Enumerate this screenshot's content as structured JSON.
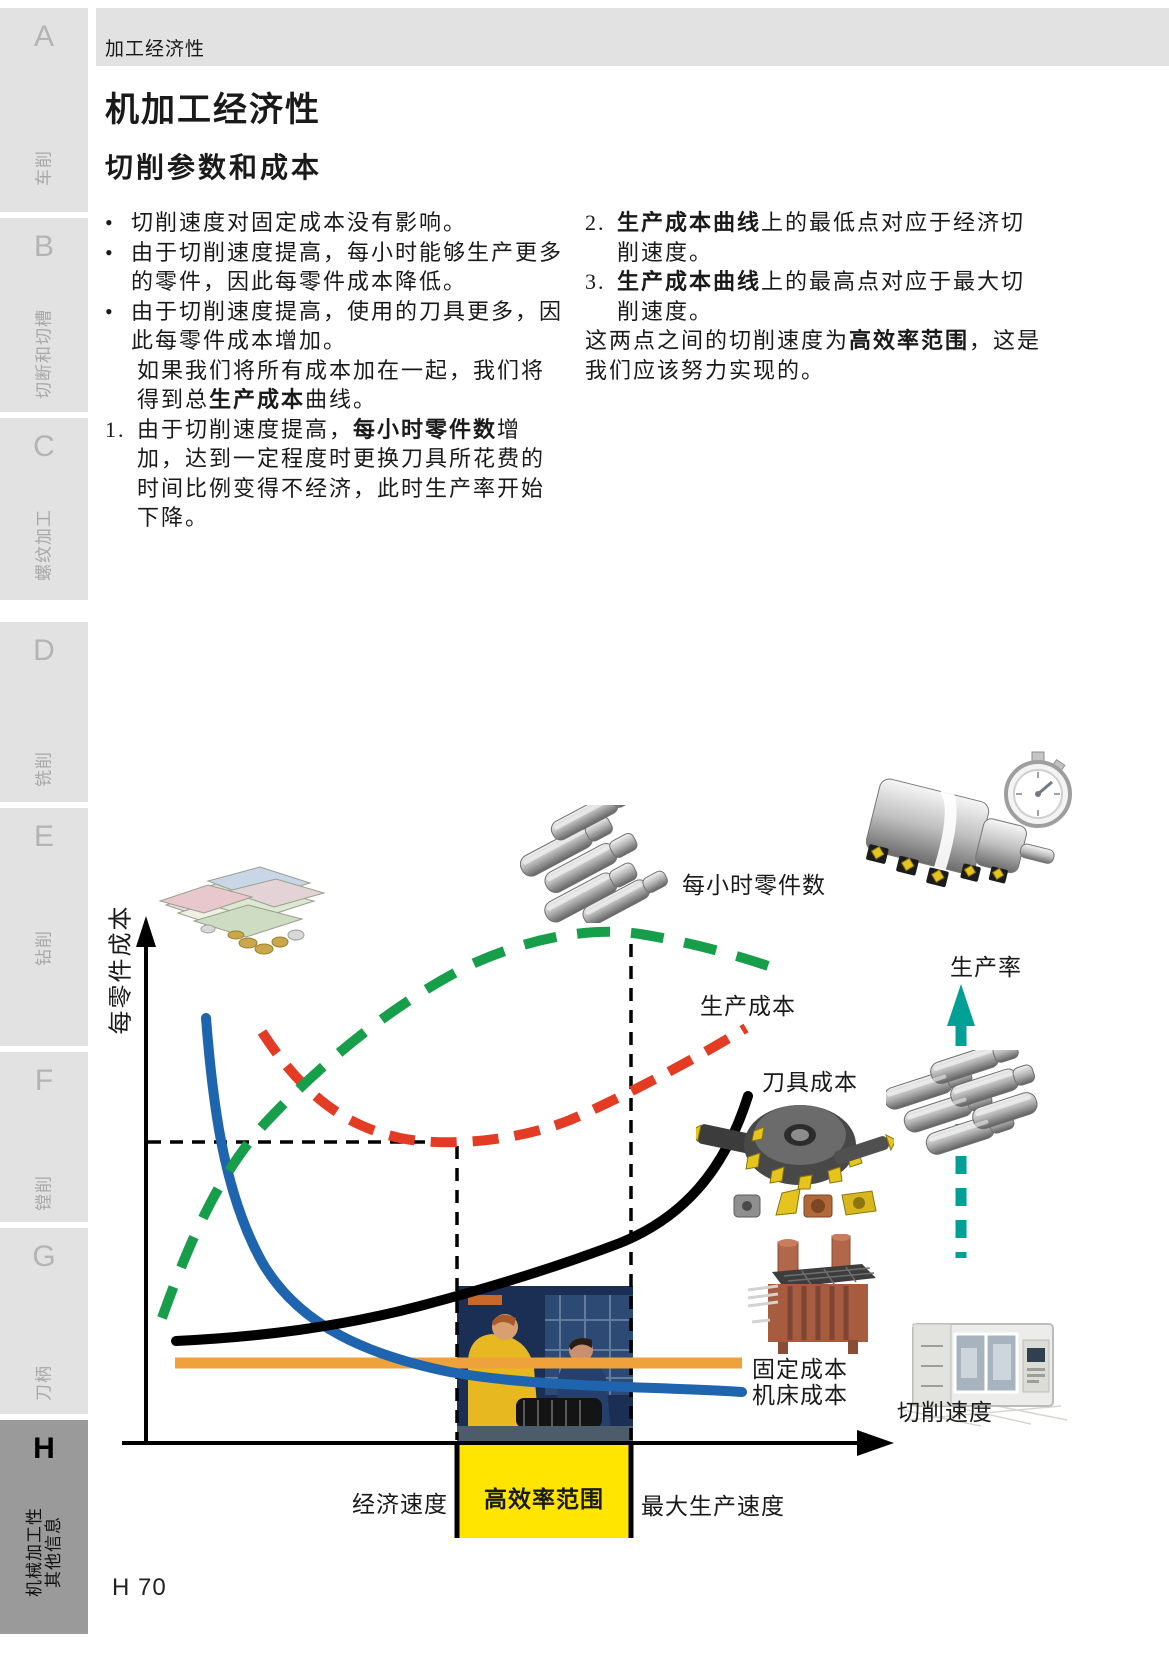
{
  "page": {
    "number": "H 70"
  },
  "sidebar": {
    "sections": [
      {
        "letter": "A",
        "label": "车削"
      },
      {
        "letter": "B",
        "label": "切断和切槽"
      },
      {
        "letter": "C",
        "label": "螺纹加工"
      },
      {
        "letter": "D",
        "label": "铣削"
      },
      {
        "letter": "E",
        "label": "钻削"
      },
      {
        "letter": "F",
        "label": "镗削"
      },
      {
        "letter": "G",
        "label": "刀柄"
      },
      {
        "letter": "H",
        "label": "机械加工性",
        "label2": "其他信息",
        "active": true
      }
    ]
  },
  "header": {
    "breadcrumb": "加工经济性"
  },
  "content": {
    "title": "机加工经济性",
    "subtitle": "切削参数和成本",
    "bullet_marker": "•",
    "left_column": {
      "bullets": [
        {
          "text": "切削速度对固定成本没有影响。"
        },
        {
          "text": "由于切削速度提高，每小时能够生产更多的零件，因此每零件成本降低。"
        },
        {
          "text": "由于切削速度提高，使用的刀具更多，因此每零件成本增加。"
        }
      ],
      "continuation": {
        "pre": "如果我们将所有成本加在一起，我们将得到总",
        "bold": "生产成本",
        "post": "曲线。"
      },
      "numbered": [
        {
          "num": "1.",
          "pre": "由于切削速度提高，",
          "bold": "每小时零件数",
          "post": "增加，达到一定程度时更换刀具所花费的时间比例变得不经济，此时生产率开始下降。"
        }
      ]
    },
    "right_column": {
      "numbered": [
        {
          "num": "2.",
          "pre": "",
          "bold": "生产成本曲线",
          "post": "上的最低点对应于经济切削速度。"
        },
        {
          "num": "3.",
          "pre": "",
          "bold": "生产成本曲线",
          "post": "上的最高点对应于最大切削速度。"
        }
      ],
      "para": {
        "pre": "这两点之间的切削速度为",
        "bold": "高效率范围",
        "post": "，这是我们应该努力实现的。"
      }
    }
  },
  "chart": {
    "type": "conceptual line chart (cost per part vs cutting speed)",
    "y_axis_label": "每零件成本",
    "x_axis_label": "切削速度",
    "labels": {
      "parts_per_hour": "每小时零件数",
      "productivity": "生产率",
      "production_cost": "生产成本",
      "tool_cost": "刀具成本",
      "fixed_cost": "固定成本",
      "machine_cost": "机床成本"
    },
    "zones": {
      "economic": "经济速度",
      "efficient": "高效率范围",
      "max": "最大生产速度"
    },
    "colors": {
      "green": "#179e4b",
      "red": "#e43b24",
      "black": "#000000",
      "blue": "#1f64ae",
      "orange": "#efa23b",
      "teal": "#00a096",
      "yellow": "#ffe500"
    },
    "curves": [
      {
        "name": "每小时零件数",
        "style": "green thick dashed",
        "shape": "rises steeply, peaks between the two speed limits, then falls slightly"
      },
      {
        "name": "生产成本",
        "style": "red thick dashed",
        "shape": "U-shape with minimum at economic speed line"
      },
      {
        "name": "刀具成本",
        "style": "black thick solid",
        "shape": "nearly flat then rising steeply with speed"
      },
      {
        "name": "机床成本",
        "style": "blue thick solid",
        "shape": "falls steeply then levels off"
      },
      {
        "name": "固定成本",
        "style": "orange thick solid",
        "shape": "horizontal constant line"
      }
    ]
  }
}
